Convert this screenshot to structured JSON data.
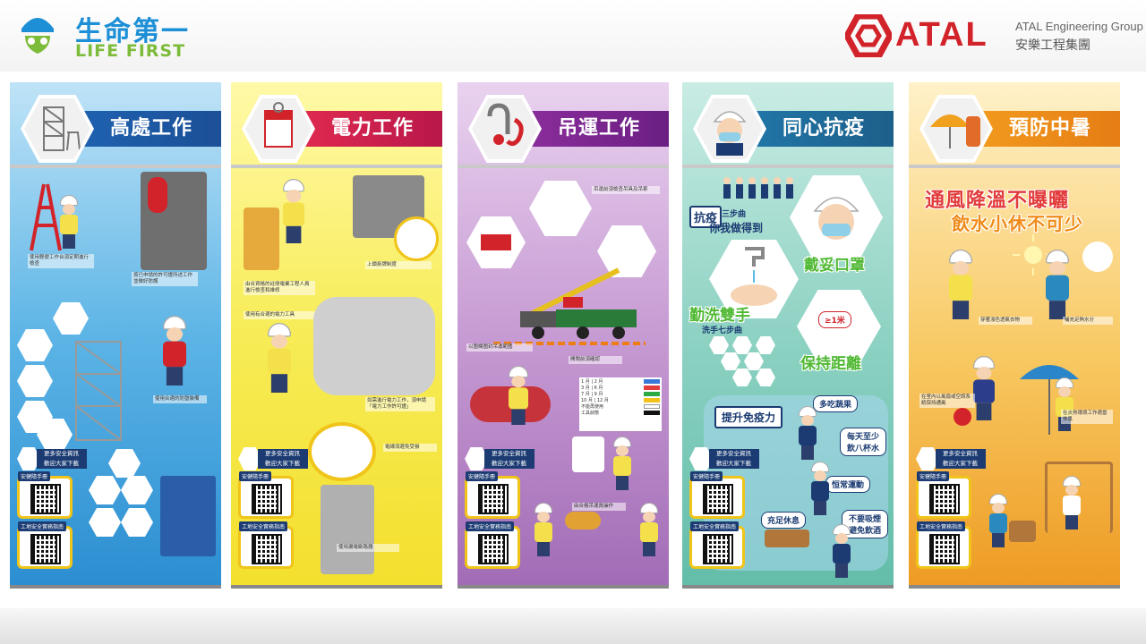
{
  "header": {
    "life_first_cn": "生命第一",
    "life_first_en": "LIFE FIRST",
    "atal_name": "ATAL",
    "atal_en": "ATAL Engineering Group",
    "atal_cn": "安樂工程集團",
    "brand_red": "#d2232a",
    "life_blue": "#1c8fd6",
    "life_green": "#7dbb3a"
  },
  "panels": [
    {
      "title": "高處工作",
      "color": "#2c8ed1",
      "icon": "scaffold-icon",
      "callouts": [
        "使用輕便工作台須定期進行檢查",
        "按已申請的許可證所述工作並做好防護",
        "使用合適的防墮裝備"
      ],
      "qr_heading": [
        "更多安全資訊",
        "歡迎大家下載"
      ],
      "qr_labels": [
        "安健隨手冊",
        "工地安全實務指南"
      ]
    },
    {
      "title": "電力工作",
      "color": "#e02a50",
      "icon": "lockout-tag-icon",
      "callouts": [
        "上鎖掛牌制度",
        "由合資格的註冊電業工程人員進行檢查和維修",
        "使用有合適的電力工具",
        "如需進行電力工作，須申請「電力工作許可證」",
        "電線須避免受損",
        "使用漏電斷路器"
      ],
      "qr_heading": [
        "更多安全資訊",
        "歡迎大家下載"
      ],
      "qr_labels": [
        "安健隨手冊",
        "工地安全實務指南"
      ]
    },
    {
      "title": "吊運工作",
      "color": "#8b2d9c",
      "icon": "shackle-hook-icon",
      "callouts": [
        "吊運前須檢查吊具及吊索",
        "以圍欄圍封吊運範圍",
        "開閘前須確認",
        "由合格吊運員操作"
      ],
      "table": [
        {
          "months": "1 月 | 2 月",
          "color": "#3a78d8"
        },
        {
          "months": "3 月 | 6 月",
          "color": "#e23c3c"
        },
        {
          "months": "7 月 | 9 月",
          "color": "#2eaa44"
        },
        {
          "months": "10 月 | 12 月",
          "color": "#f2c21b"
        },
        {
          "months": "不能再使用",
          "color": "#ffffff"
        },
        {
          "months": "工具狀態",
          "color": "#111111"
        }
      ],
      "qr_heading": [
        "更多安全資訊",
        "歡迎大家下載"
      ],
      "qr_labels": [
        "安健隨手冊",
        "工地安全實務指南"
      ]
    },
    {
      "title": "同心抗疫",
      "color": "#2176a8",
      "icon": "masked-worker-icon",
      "anti_epidemic": "抗疫",
      "three_steps": "三步曲",
      "you_me": "你我做得到",
      "wear_mask": "戴妥口罩",
      "wash_hands": "勤洗雙手",
      "seven_steps": "洗手七步曲",
      "distance_mark": "≥1米",
      "keep_distance": "保持距離",
      "boost_immunity": "提升免疫力",
      "tips": [
        "多吃蔬果",
        "每天至少飲八杯水",
        "恒常運動",
        "充足休息",
        "不要吸煙避免飲酒"
      ],
      "qr_heading": [
        "更多安全資訊",
        "歡迎大家下載"
      ],
      "qr_labels": [
        "安健隨手冊",
        "工地安全實務指南"
      ]
    },
    {
      "title": "預防中暑",
      "color": "#f29a1e",
      "icon": "umbrella-icon",
      "slogan_1": "通風降溫不曝曬",
      "slogan_2": "飲水小休不可少",
      "callouts": [
        "穿著淺色透氣衣物",
        "補充足夠水分",
        "在室內以風扇或空調系統保持通風",
        "在炎熱環境工作適當休息"
      ],
      "qr_heading": [
        "更多安全資訊",
        "歡迎大家下載"
      ],
      "qr_labels": [
        "安健隨手冊",
        "工地安全實務指南"
      ]
    }
  ]
}
